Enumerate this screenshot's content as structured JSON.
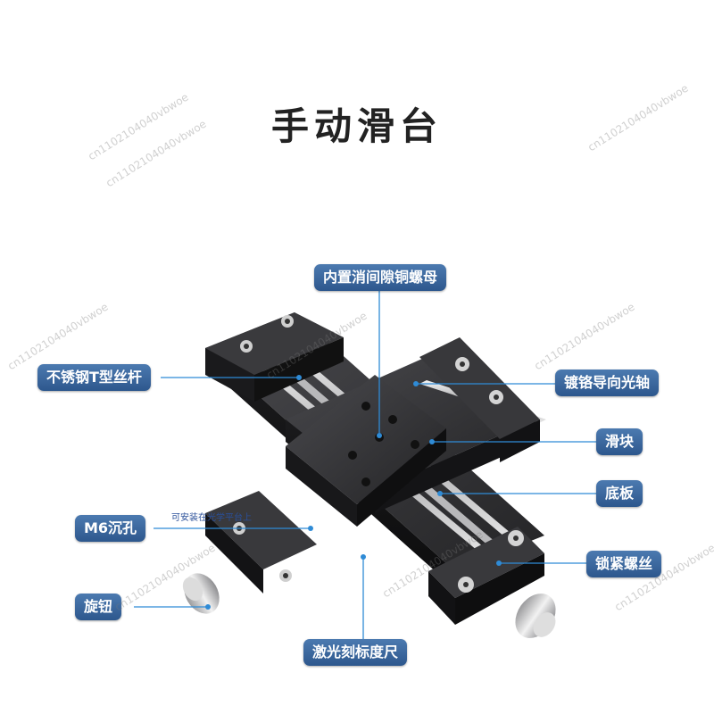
{
  "title": "手动滑台",
  "note": "可安装在光学平台上",
  "watermark": "cn1102104040vbwoe",
  "callouts": {
    "nut": "内置消间隙铜螺母",
    "screw": "不锈钢T型丝杆",
    "shaft": "镀铬导向光轴",
    "slider": "滑块",
    "base": "底板",
    "m6": "M6沉孔",
    "lock": "锁紧螺丝",
    "knob": "旋钮",
    "scale": "激光刻标度尺"
  },
  "colors": {
    "label_bg": "#3d6aa3",
    "leader": "#2f8bd6",
    "metal_dark": "#2b2b2d"
  }
}
